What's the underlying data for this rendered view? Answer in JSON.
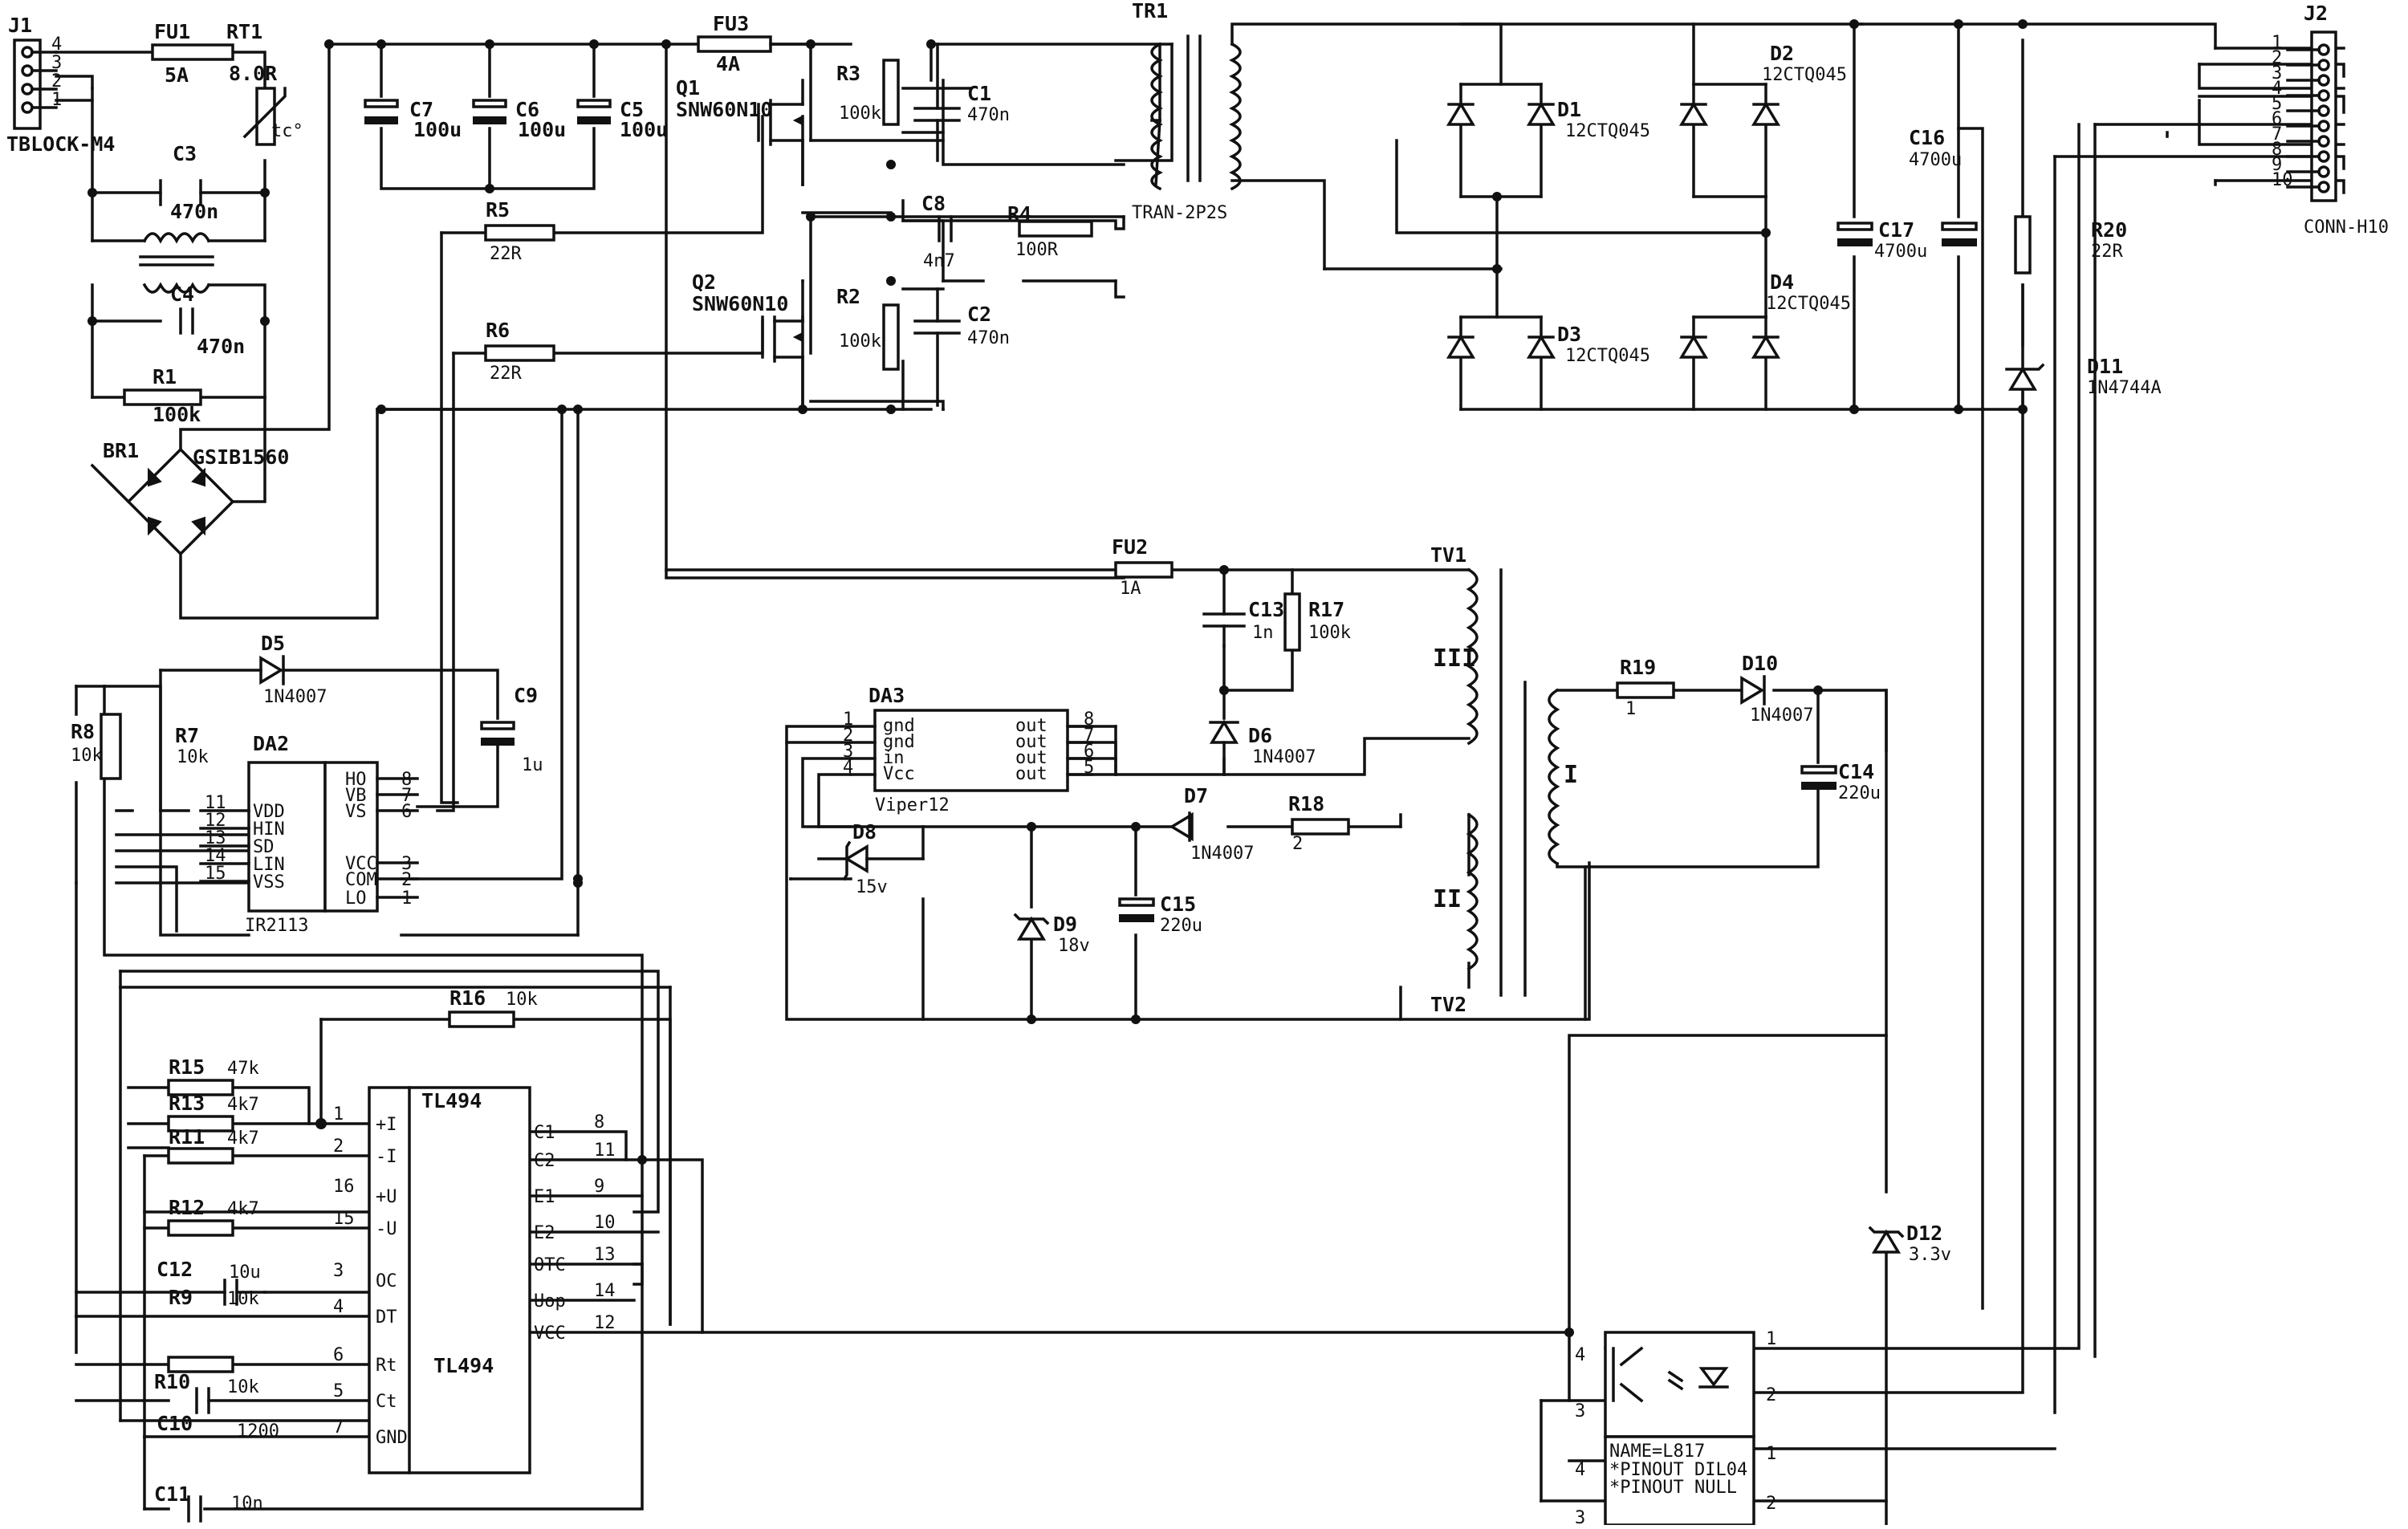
{
  "connectors": {
    "J1": {
      "ref": "J1",
      "value": "TBLOCK-M4",
      "pins": [
        "4",
        "3",
        "2",
        "1"
      ]
    },
    "J2": {
      "ref": "J2",
      "value": "CONN-H10",
      "pins": [
        "1",
        "2",
        "3",
        "4",
        "5",
        "6",
        "7",
        "8",
        "9",
        "10"
      ]
    }
  },
  "fuses": {
    "FU1": {
      "ref": "FU1",
      "value": "5A"
    },
    "FU2": {
      "ref": "FU2",
      "value": "1A"
    },
    "FU3": {
      "ref": "FU3",
      "value": "4A"
    }
  },
  "thermistor": {
    "ref": "RT1",
    "value": "8.0R",
    "mark": "tc°"
  },
  "bridge": {
    "ref": "BR1",
    "value": "GSIB1560"
  },
  "resistors": {
    "R1": {
      "ref": "R1",
      "value": "100k"
    },
    "R2": {
      "ref": "R2",
      "value": "100k"
    },
    "R3": {
      "ref": "R3",
      "value": "100k"
    },
    "R4": {
      "ref": "R4",
      "value": "100R"
    },
    "R5": {
      "ref": "R5",
      "value": "22R"
    },
    "R6": {
      "ref": "R6",
      "value": "22R"
    },
    "R7": {
      "ref": "R7",
      "value": "10k"
    },
    "R8": {
      "ref": "R8",
      "value": "10k"
    },
    "R9": {
      "ref": "R9",
      "value": "10k"
    },
    "R10": {
      "ref": "R10",
      "value": "10k"
    },
    "R11": {
      "ref": "R11",
      "value": "4k7"
    },
    "R12": {
      "ref": "R12",
      "value": "4k7"
    },
    "R13": {
      "ref": "R13",
      "value": "4k7"
    },
    "R15": {
      "ref": "R15",
      "value": "47k"
    },
    "R16": {
      "ref": "R16",
      "value": "10k"
    },
    "R17": {
      "ref": "R17",
      "value": "100k"
    },
    "R18": {
      "ref": "R18",
      "value": "2"
    },
    "R19": {
      "ref": "R19",
      "value": "1"
    },
    "R20": {
      "ref": "R20",
      "value": "22R"
    }
  },
  "capacitors": {
    "C1": {
      "ref": "C1",
      "value": "470n"
    },
    "C2": {
      "ref": "C2",
      "value": "470n"
    },
    "C3": {
      "ref": "C3",
      "value": "470n"
    },
    "C4": {
      "ref": "C4",
      "value": "470n"
    },
    "C5": {
      "ref": "C5",
      "value": "100u"
    },
    "C6": {
      "ref": "C6",
      "value": "100u"
    },
    "C7": {
      "ref": "C7",
      "value": "100u"
    },
    "C8": {
      "ref": "C8",
      "value": "4n7"
    },
    "C9": {
      "ref": "C9",
      "value": "1u"
    },
    "C10": {
      "ref": "C10",
      "value": "1200"
    },
    "C11": {
      "ref": "C11",
      "value": "10n"
    },
    "C12": {
      "ref": "C12",
      "value": "10u"
    },
    "C13": {
      "ref": "C13",
      "value": "1n"
    },
    "C14": {
      "ref": "C14",
      "value": "220u"
    },
    "C15": {
      "ref": "C15",
      "value": "220u"
    },
    "C16": {
      "ref": "C16",
      "value": "4700u"
    },
    "C17": {
      "ref": "C17",
      "value": "4700u"
    }
  },
  "diodes": {
    "D1": {
      "ref": "D1",
      "value": "12CTQ045"
    },
    "D2": {
      "ref": "D2",
      "value": "12CTQ045"
    },
    "D3": {
      "ref": "D3",
      "value": "12CTQ045"
    },
    "D4": {
      "ref": "D4",
      "value": "12CTQ045"
    },
    "D5": {
      "ref": "D5",
      "value": "1N4007"
    },
    "D6": {
      "ref": "D6",
      "value": "1N4007"
    },
    "D7": {
      "ref": "D7",
      "value": "1N4007"
    },
    "D8": {
      "ref": "D8",
      "value": "15v"
    },
    "D9": {
      "ref": "D9",
      "value": "18v"
    },
    "D10": {
      "ref": "D10",
      "value": "1N4007"
    },
    "D11": {
      "ref": "D11",
      "value": "1N4744A"
    },
    "D12": {
      "ref": "D12",
      "value": "3.3v"
    }
  },
  "transistors": {
    "Q1": {
      "ref": "Q1",
      "value": "SNW60N10"
    },
    "Q2": {
      "ref": "Q2",
      "value": "SNW60N10"
    }
  },
  "transformers": {
    "TR1": {
      "ref": "TR1",
      "value": "TRAN-2P2S"
    },
    "TV1": {
      "ref": "TV1"
    },
    "TV2": {
      "ref": "TV2"
    },
    "windings": {
      "w1": "I",
      "w2": "II",
      "w3": "III"
    }
  },
  "ics": {
    "DA2": {
      "ref": "DA2",
      "value": "IR2113",
      "left_pins": [
        {
          "num": "11",
          "name": "VDD"
        },
        {
          "num": "12",
          "name": "HIN"
        },
        {
          "num": "13",
          "name": "SD"
        },
        {
          "num": "14",
          "name": "LIN"
        },
        {
          "num": "15",
          "name": "VSS"
        }
      ],
      "right_pins": [
        {
          "num": "8",
          "name": "HO"
        },
        {
          "num": "7",
          "name": "VB"
        },
        {
          "num": "6",
          "name": "VS"
        },
        {
          "num": "3",
          "name": "VCC"
        },
        {
          "num": "2",
          "name": "COM"
        },
        {
          "num": "1",
          "name": "LO"
        }
      ]
    },
    "DA3": {
      "ref": "DA3",
      "value": "Viper12",
      "left_pins": [
        {
          "num": "1",
          "name": "gnd"
        },
        {
          "num": "2",
          "name": "gnd"
        },
        {
          "num": "3",
          "name": "in"
        },
        {
          "num": "4",
          "name": "Vcc"
        }
      ],
      "right_pins": [
        {
          "num": "8",
          "name": "out"
        },
        {
          "num": "7",
          "name": "out"
        },
        {
          "num": "6",
          "name": "out"
        },
        {
          "num": "5",
          "name": "out"
        }
      ]
    },
    "TL494": {
      "ref": "TL494",
      "value": "TL494",
      "left_pins": [
        {
          "num": "1",
          "name": "+I"
        },
        {
          "num": "2",
          "name": "-I"
        },
        {
          "num": "16",
          "name": "+U"
        },
        {
          "num": "15",
          "name": "-U"
        },
        {
          "num": "3",
          "name": "OC"
        },
        {
          "num": "4",
          "name": "DT"
        },
        {
          "num": "6",
          "name": "Rt"
        },
        {
          "num": "5",
          "name": "Ct"
        },
        {
          "num": "7",
          "name": "GND"
        }
      ],
      "right_pins": [
        {
          "num": "8",
          "name": "C1"
        },
        {
          "num": "11",
          "name": "C2"
        },
        {
          "num": "9",
          "name": "E1"
        },
        {
          "num": "10",
          "name": "E2"
        },
        {
          "num": "13",
          "name": "OTC"
        },
        {
          "num": "14",
          "name": "Uop"
        },
        {
          "num": "12",
          "name": "VCC"
        }
      ]
    },
    "OPTO": {
      "name_text": "NAME=L817",
      "pinout_text": "*PINOUT DIL04",
      "pinout_null": "*PINOUT NULL",
      "pins": [
        "1",
        "2",
        "3",
        "4"
      ]
    }
  }
}
